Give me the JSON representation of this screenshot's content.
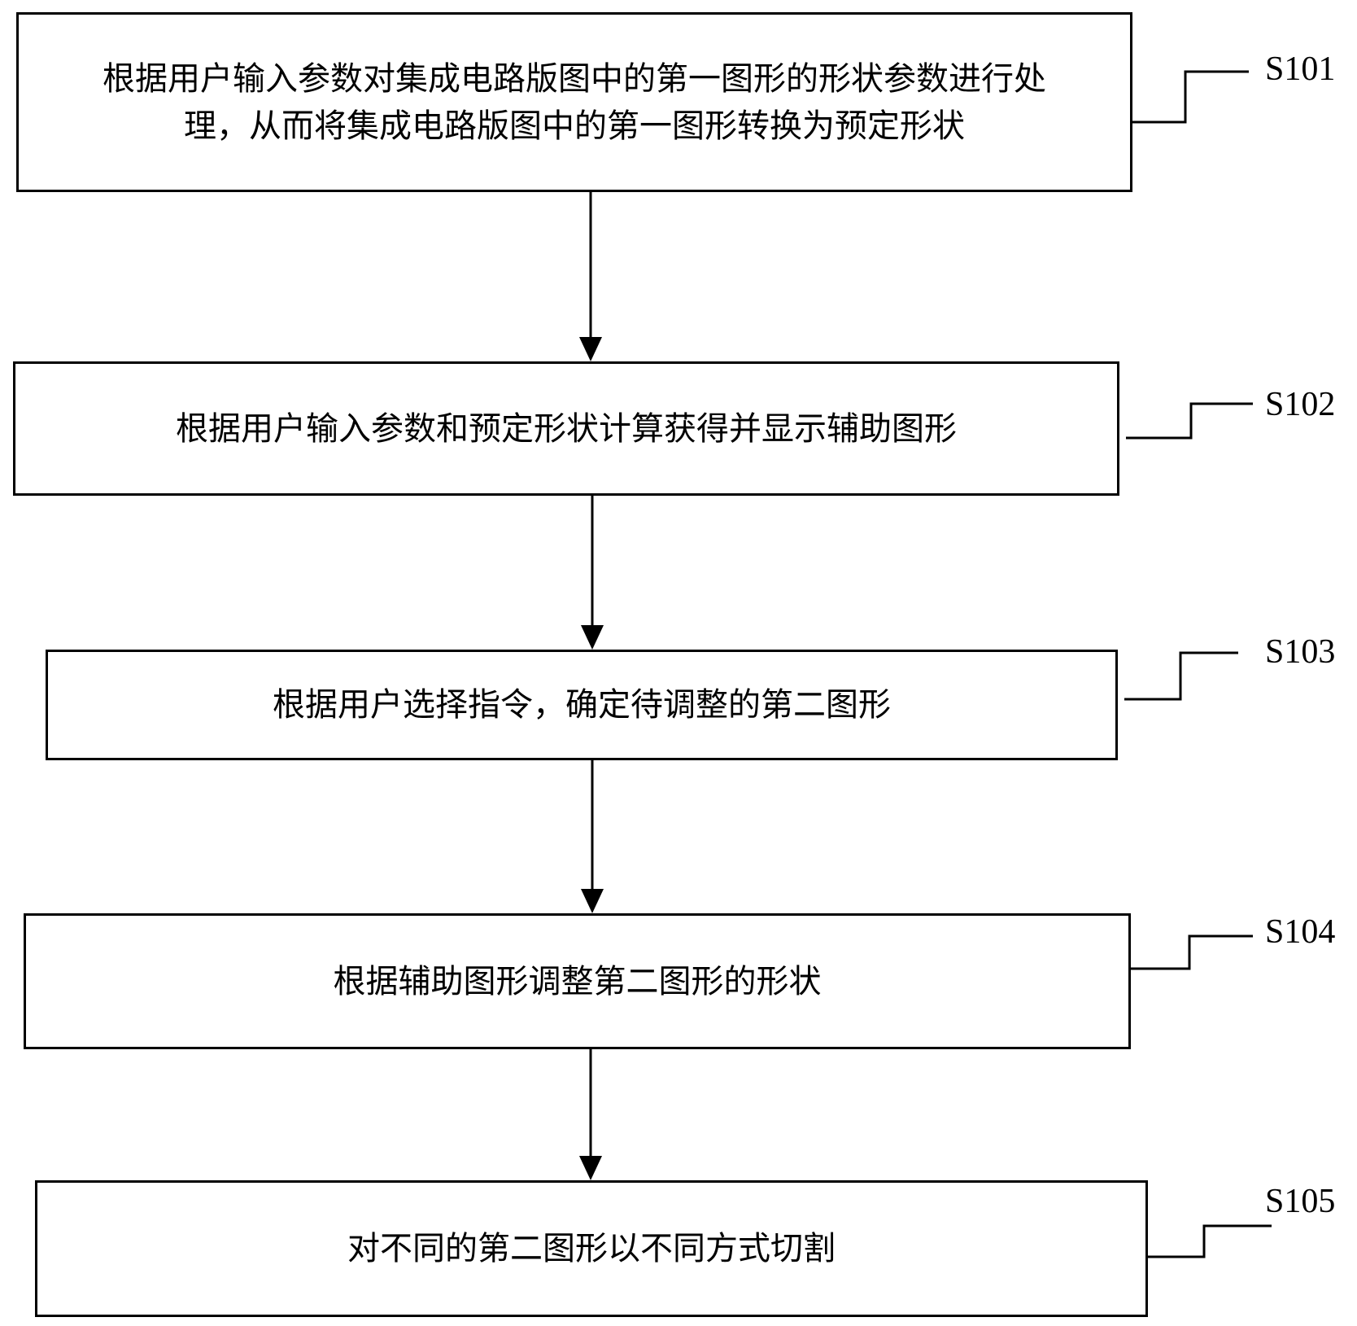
{
  "steps": [
    {
      "id": "S101",
      "text": "根据用户输入参数对集成电路版图中的第一图形的形状参数进行处理，从而将集成电路版图中的第一图形转换为预定形状"
    },
    {
      "id": "S102",
      "text": "根据用户输入参数和预定形状计算获得并显示辅助图形"
    },
    {
      "id": "S103",
      "text": "根据用户选择指令，确定待调整的第二图形"
    },
    {
      "id": "S104",
      "text": "根据辅助图形调整第二图形的形状"
    },
    {
      "id": "S105",
      "text": "对不同的第二图形以不同方式切割"
    }
  ]
}
